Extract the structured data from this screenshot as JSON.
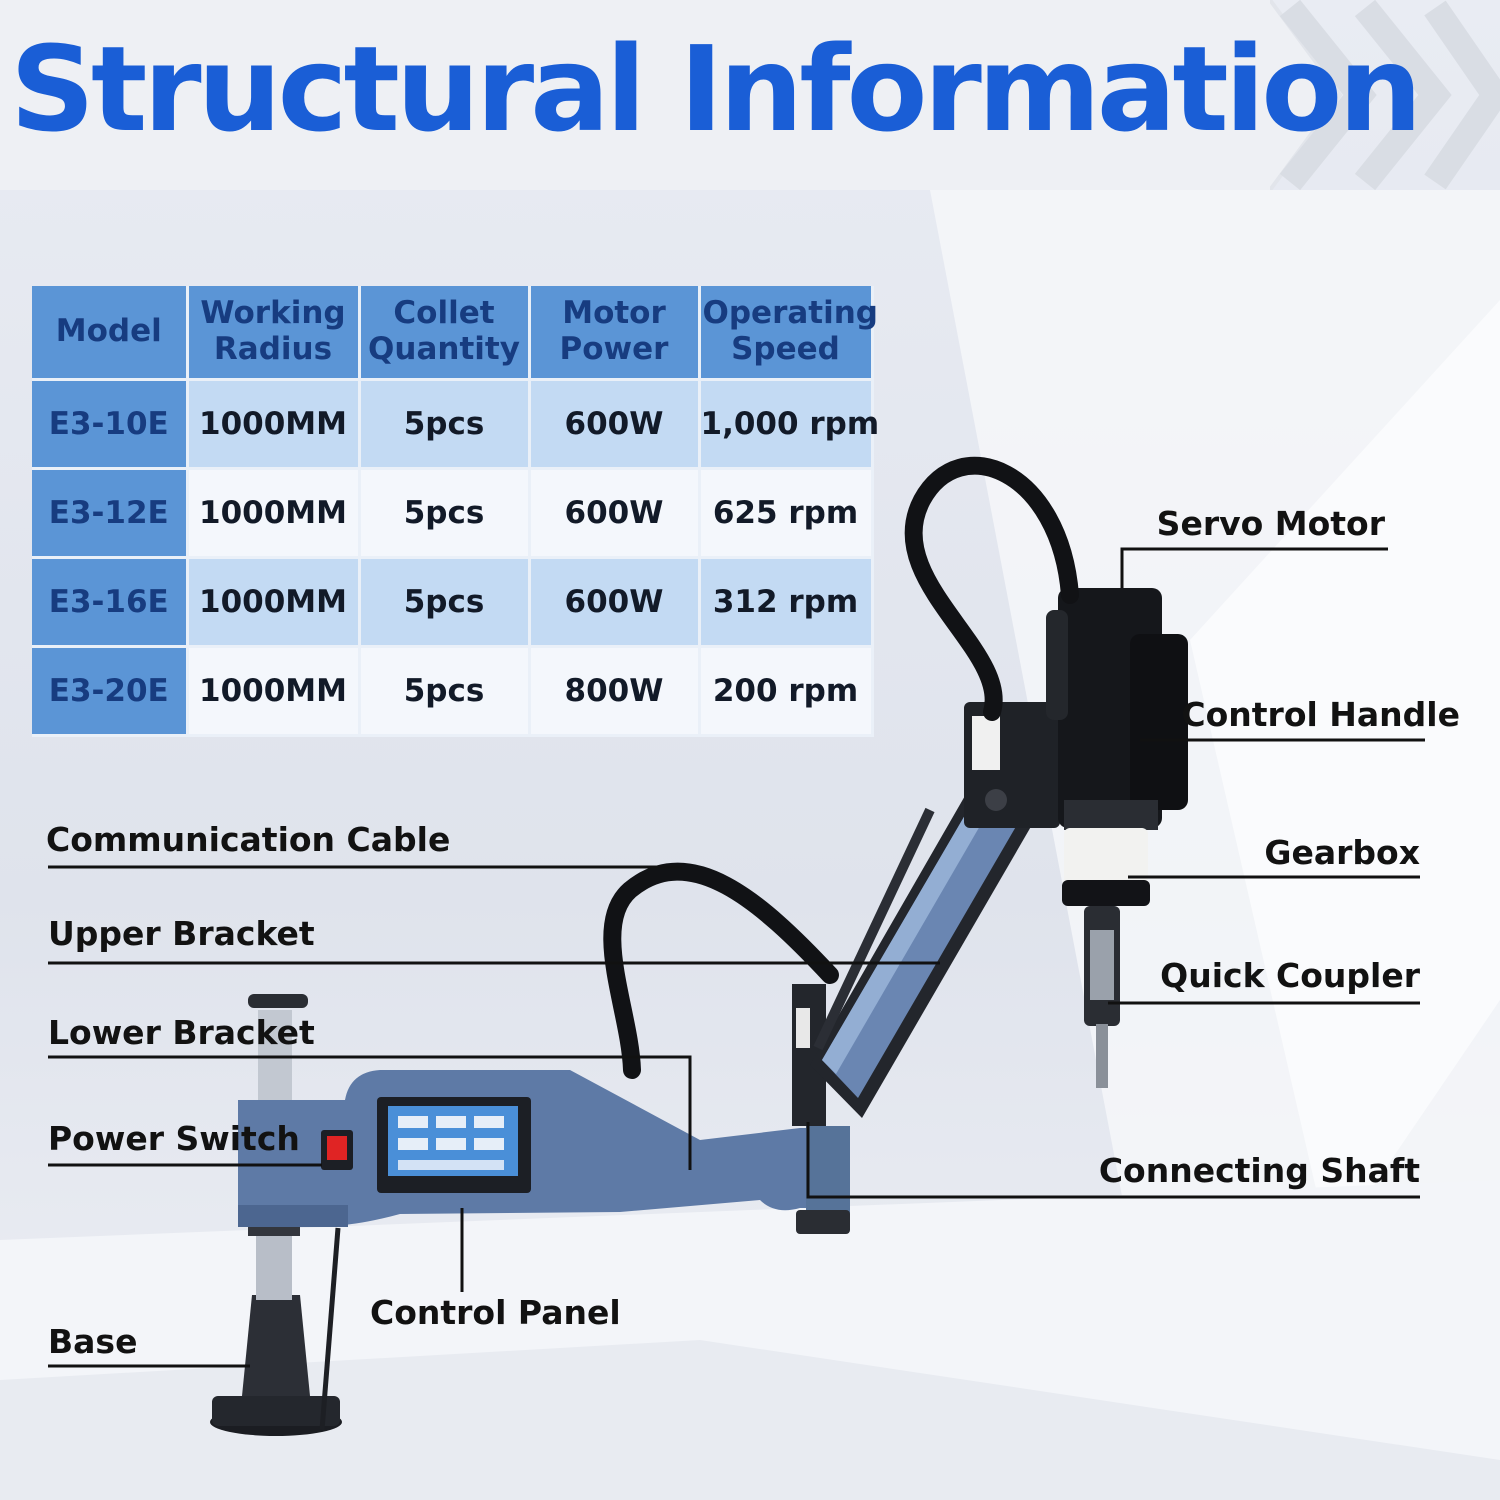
{
  "title": "Structural Information",
  "table": {
    "headers": [
      [
        "Model"
      ],
      [
        "Working",
        "Radius"
      ],
      [
        "Collet",
        "Quantity"
      ],
      [
        "Motor",
        "Power"
      ],
      [
        "Operating",
        "Speed"
      ]
    ],
    "rows": [
      [
        "E3-10E",
        "1000MM",
        "5pcs",
        "600W",
        "1,000 rpm"
      ],
      [
        "E3-12E",
        "1000MM",
        "5pcs",
        "600W",
        "625 rpm"
      ],
      [
        "E3-16E",
        "1000MM",
        "5pcs",
        "600W",
        "312 rpm"
      ],
      [
        "E3-20E",
        "1000MM",
        "5pcs",
        "800W",
        "200 rpm"
      ]
    ]
  },
  "callouts": {
    "servo_motor": "Servo Motor",
    "control_handle": "Control Handle",
    "gearbox": "Gearbox",
    "quick_coupler": "Quick Coupler",
    "connecting_shaft": "Connecting Shaft",
    "communication_cable": "Communication Cable",
    "upper_bracket": "Upper Bracket",
    "lower_bracket": "Lower Bracket",
    "power_switch": "Power Switch",
    "control_panel": "Control Panel",
    "base": "Base"
  },
  "colors": {
    "title": "#1a5ed6",
    "table_header": "#5b95d6",
    "table_row_blue": "#c3daf3",
    "machine_body": "#5e7aa6"
  }
}
